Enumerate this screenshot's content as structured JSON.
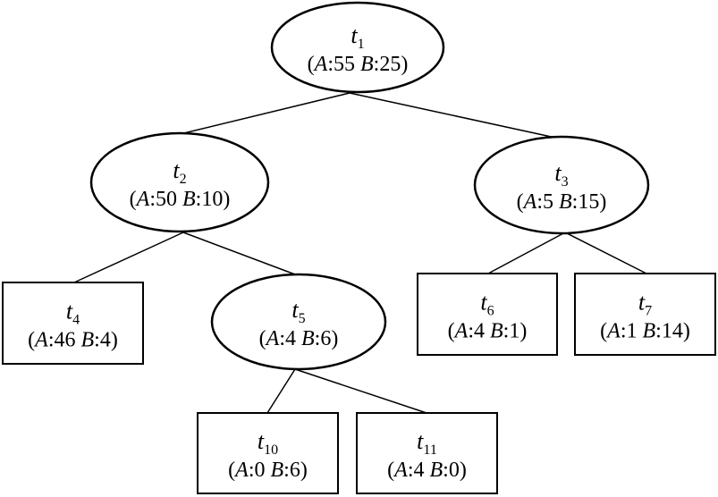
{
  "nodes": [
    {
      "id": "t1",
      "name": "t",
      "sub": "1",
      "A": "55",
      "B": "25",
      "shape": "ellipse"
    },
    {
      "id": "t2",
      "name": "t",
      "sub": "2",
      "A": "50",
      "B": "10",
      "shape": "ellipse"
    },
    {
      "id": "t3",
      "name": "t",
      "sub": "3",
      "A": "5",
      "B": "15",
      "shape": "ellipse"
    },
    {
      "id": "t4",
      "name": "t",
      "sub": "4",
      "A": "46",
      "B": "4",
      "shape": "box"
    },
    {
      "id": "t5",
      "name": "t",
      "sub": "5",
      "A": "4",
      "B": "6",
      "shape": "ellipse"
    },
    {
      "id": "t6",
      "name": "t",
      "sub": "6",
      "A": "4",
      "B": "1",
      "shape": "box"
    },
    {
      "id": "t7",
      "name": "t",
      "sub": "7",
      "A": "1",
      "B": "14",
      "shape": "box"
    },
    {
      "id": "t10",
      "name": "t",
      "sub": "10",
      "A": "0",
      "B": "6",
      "shape": "box"
    },
    {
      "id": "t11",
      "name": "t",
      "sub": "11",
      "A": "4",
      "B": "0",
      "shape": "box"
    }
  ],
  "edges": [
    {
      "from": "t1",
      "to": "t2"
    },
    {
      "from": "t1",
      "to": "t3"
    },
    {
      "from": "t2",
      "to": "t4"
    },
    {
      "from": "t2",
      "to": "t5"
    },
    {
      "from": "t3",
      "to": "t6"
    },
    {
      "from": "t3",
      "to": "t7"
    },
    {
      "from": "t5",
      "to": "t10"
    },
    {
      "from": "t5",
      "to": "t11"
    }
  ],
  "labels": {
    "class_a": "A",
    "class_b": "B",
    "separator": ":",
    "open_paren": "(",
    "close_paren": ")"
  }
}
